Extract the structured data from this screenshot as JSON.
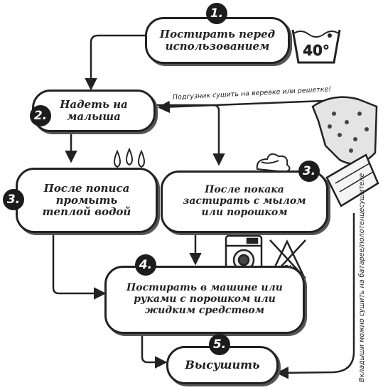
{
  "steps": [
    {
      "number": "1.",
      "text": "Постирать перед\nиспользованием"
    },
    {
      "number": "2.",
      "text": "Надеть на\nмалыша"
    },
    {
      "number": "3.",
      "text": "После пописа\nпромыть\nтеплой водой"
    },
    {
      "number": "3.",
      "text": "После покака\nзастирать с мылом\nили порошком"
    },
    {
      "number": "4.",
      "text": "Постирать в машине или\nруками с порошком или\nжидким средством"
    },
    {
      "number": "5.",
      "text": "Высушить"
    }
  ],
  "wash_temperature": "40°",
  "notes": {
    "diaper_dry": "Подгузник сушить на веревке или решетке!",
    "inserts_dry": "Вкладыши можно сушить на батарее/полотенцесушителе"
  },
  "icons": [
    "wash-tub-icon",
    "water-drops-icon",
    "foam-icon",
    "washing-machine-icon",
    "no-bleach-icon",
    "cloth-diaper-icon",
    "diaper-insert-icon"
  ]
}
